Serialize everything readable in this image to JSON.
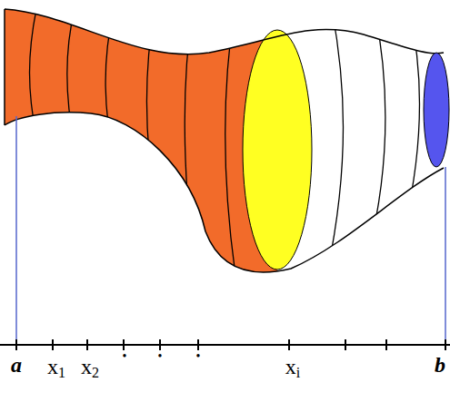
{
  "diagram": {
    "labels": [
      "a",
      "x1",
      "x2",
      "•",
      "•",
      "•",
      "xi",
      "b"
    ]
  }
}
